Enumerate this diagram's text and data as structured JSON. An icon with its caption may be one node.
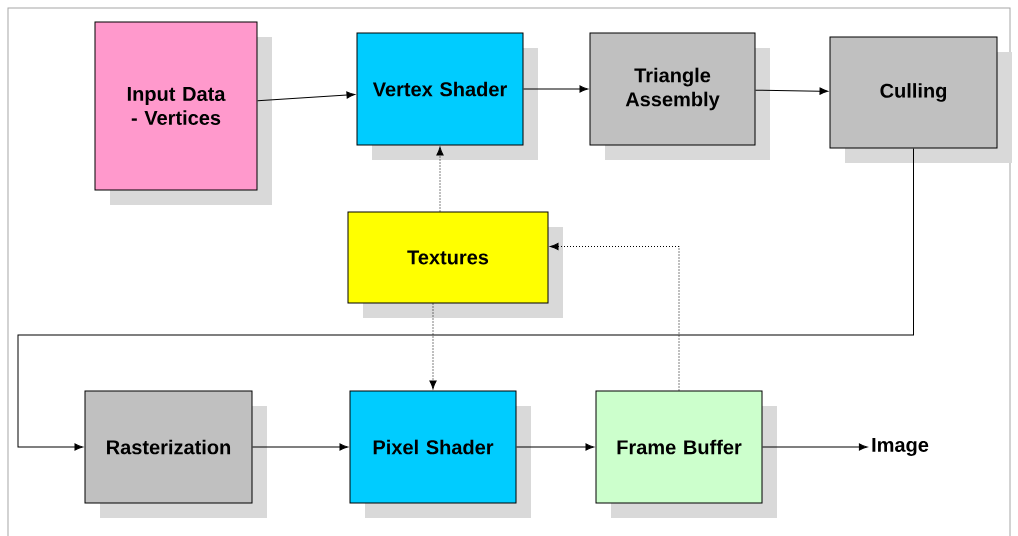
{
  "diagram": {
    "nodes": [
      {
        "text": [
          "Input Data - Vertices"
        ]
      },
      {
        "text": [
          "Vertex Shader"
        ]
      },
      {
        "text": [
          "Triangle Assembly"
        ]
      },
      {
        "text": [
          "Culling"
        ]
      },
      {
        "text": [
          "Textures"
        ]
      },
      {
        "text": [
          "Rasterization"
        ]
      },
      {
        "text": [
          "Pixel Shader"
        ]
      },
      {
        "text": [
          "Frame Buffer"
        ]
      },
      {
        "text": [
          "Image"
        ]
      }
    ],
    "edges": [
      {
        "from": 0,
        "to": 1,
        "arrow": "to"
      },
      {
        "from": 1,
        "to": 2,
        "arrow": "to"
      },
      {
        "from": 2,
        "to": 3,
        "arrow": "to"
      },
      {
        "from": 3,
        "to": 5,
        "arrow": "to"
      },
      {
        "from": 4,
        "to": 1,
        "arrow": "to",
        "style": "dashed"
      },
      {
        "from": 4,
        "to": 6,
        "arrow": "to",
        "style": "dashed"
      },
      {
        "from": 7,
        "to": 4,
        "arrow": "to",
        "style": "dashed"
      },
      {
        "from": 5,
        "to": 6,
        "arrow": "to"
      },
      {
        "from": 6,
        "to": 7,
        "arrow": "to"
      },
      {
        "from": 7,
        "to": 8,
        "arrow": "to"
      }
    ]
  }
}
